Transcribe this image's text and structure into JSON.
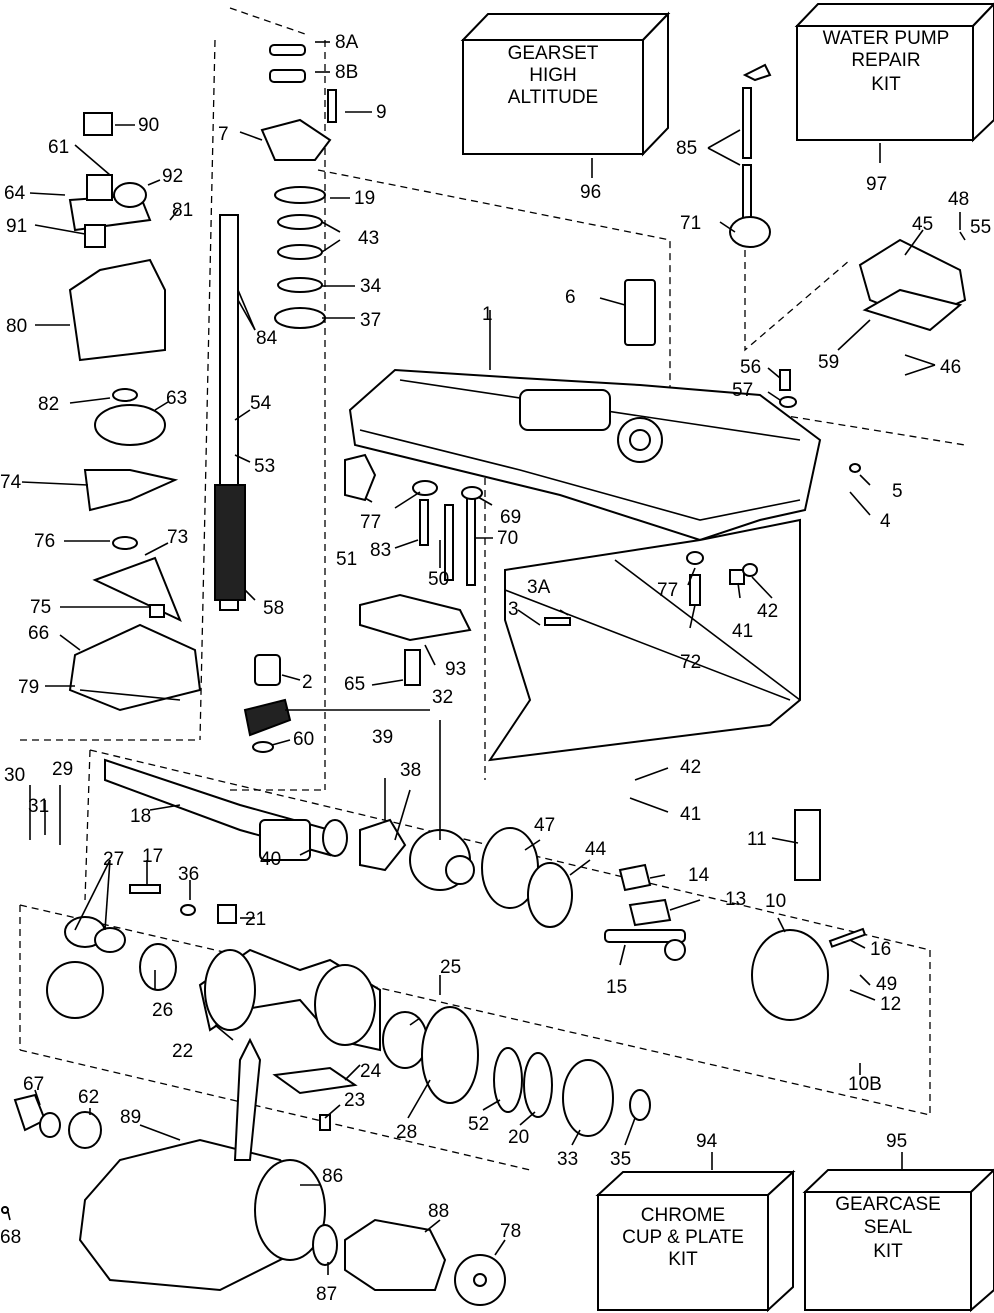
{
  "kits": {
    "gearset": [
      "GEARSET",
      "HIGH",
      "ALTITUDE"
    ],
    "water_pump": [
      "WATER PUMP",
      "REPAIR",
      "KIT"
    ],
    "chrome": [
      "CHROME",
      "CUP & PLATE",
      "KIT"
    ],
    "seal": [
      "GEARCASE",
      "SEAL",
      "KIT"
    ]
  },
  "labels": {
    "n1": "1",
    "n2": "2",
    "n3": "3",
    "n3a": "3A",
    "n4": "4",
    "n5": "5",
    "n6": "6",
    "n7": "7",
    "n8a": "8A",
    "n8b": "8B",
    "n9": "9",
    "n10": "10",
    "n10b": "10B",
    "n11": "11",
    "n12": "12",
    "n13": "13",
    "n14": "14",
    "n15": "15",
    "n16": "16",
    "n17": "17",
    "n18": "18",
    "n19": "19",
    "n20": "20",
    "n21": "21",
    "n22": "22",
    "n23": "23",
    "n24": "24",
    "n25": "25",
    "n26": "26",
    "n27": "27",
    "n28": "28",
    "n29": "29",
    "n30": "30",
    "n31": "31",
    "n32": "32",
    "n33": "33",
    "n34": "34",
    "n35": "35",
    "n36": "36",
    "n37": "37",
    "n38": "38",
    "n39": "39",
    "n40": "40",
    "n41a": "41",
    "n41b": "41",
    "n42a": "42",
    "n42b": "42",
    "n43": "43",
    "n44": "44",
    "n45": "45",
    "n46": "46",
    "n47": "47",
    "n48": "48",
    "n49": "49",
    "n50": "50",
    "n51": "51",
    "n52": "52",
    "n53": "53",
    "n54": "54",
    "n55": "55",
    "n56": "56",
    "n57": "57",
    "n58": "58",
    "n59": "59",
    "n60": "60",
    "n61": "61",
    "n62": "62",
    "n63": "63",
    "n64": "64",
    "n65": "65",
    "n66": "66",
    "n67": "67",
    "n68": "68",
    "n69": "69",
    "n70": "70",
    "n71": "71",
    "n72": "72",
    "n73": "73",
    "n74": "74",
    "n75": "75",
    "n76": "76",
    "n77a": "77",
    "n77b": "77",
    "n78": "78",
    "n79": "79",
    "n80": "80",
    "n81": "81",
    "n82": "82",
    "n83": "83",
    "n84": "84",
    "n85": "85",
    "n86": "86",
    "n87": "87",
    "n88": "88",
    "n89": "89",
    "n90": "90",
    "n91": "91",
    "n92": "92",
    "n93": "93",
    "n94": "94",
    "n95": "95",
    "n96": "96",
    "n97": "97"
  }
}
